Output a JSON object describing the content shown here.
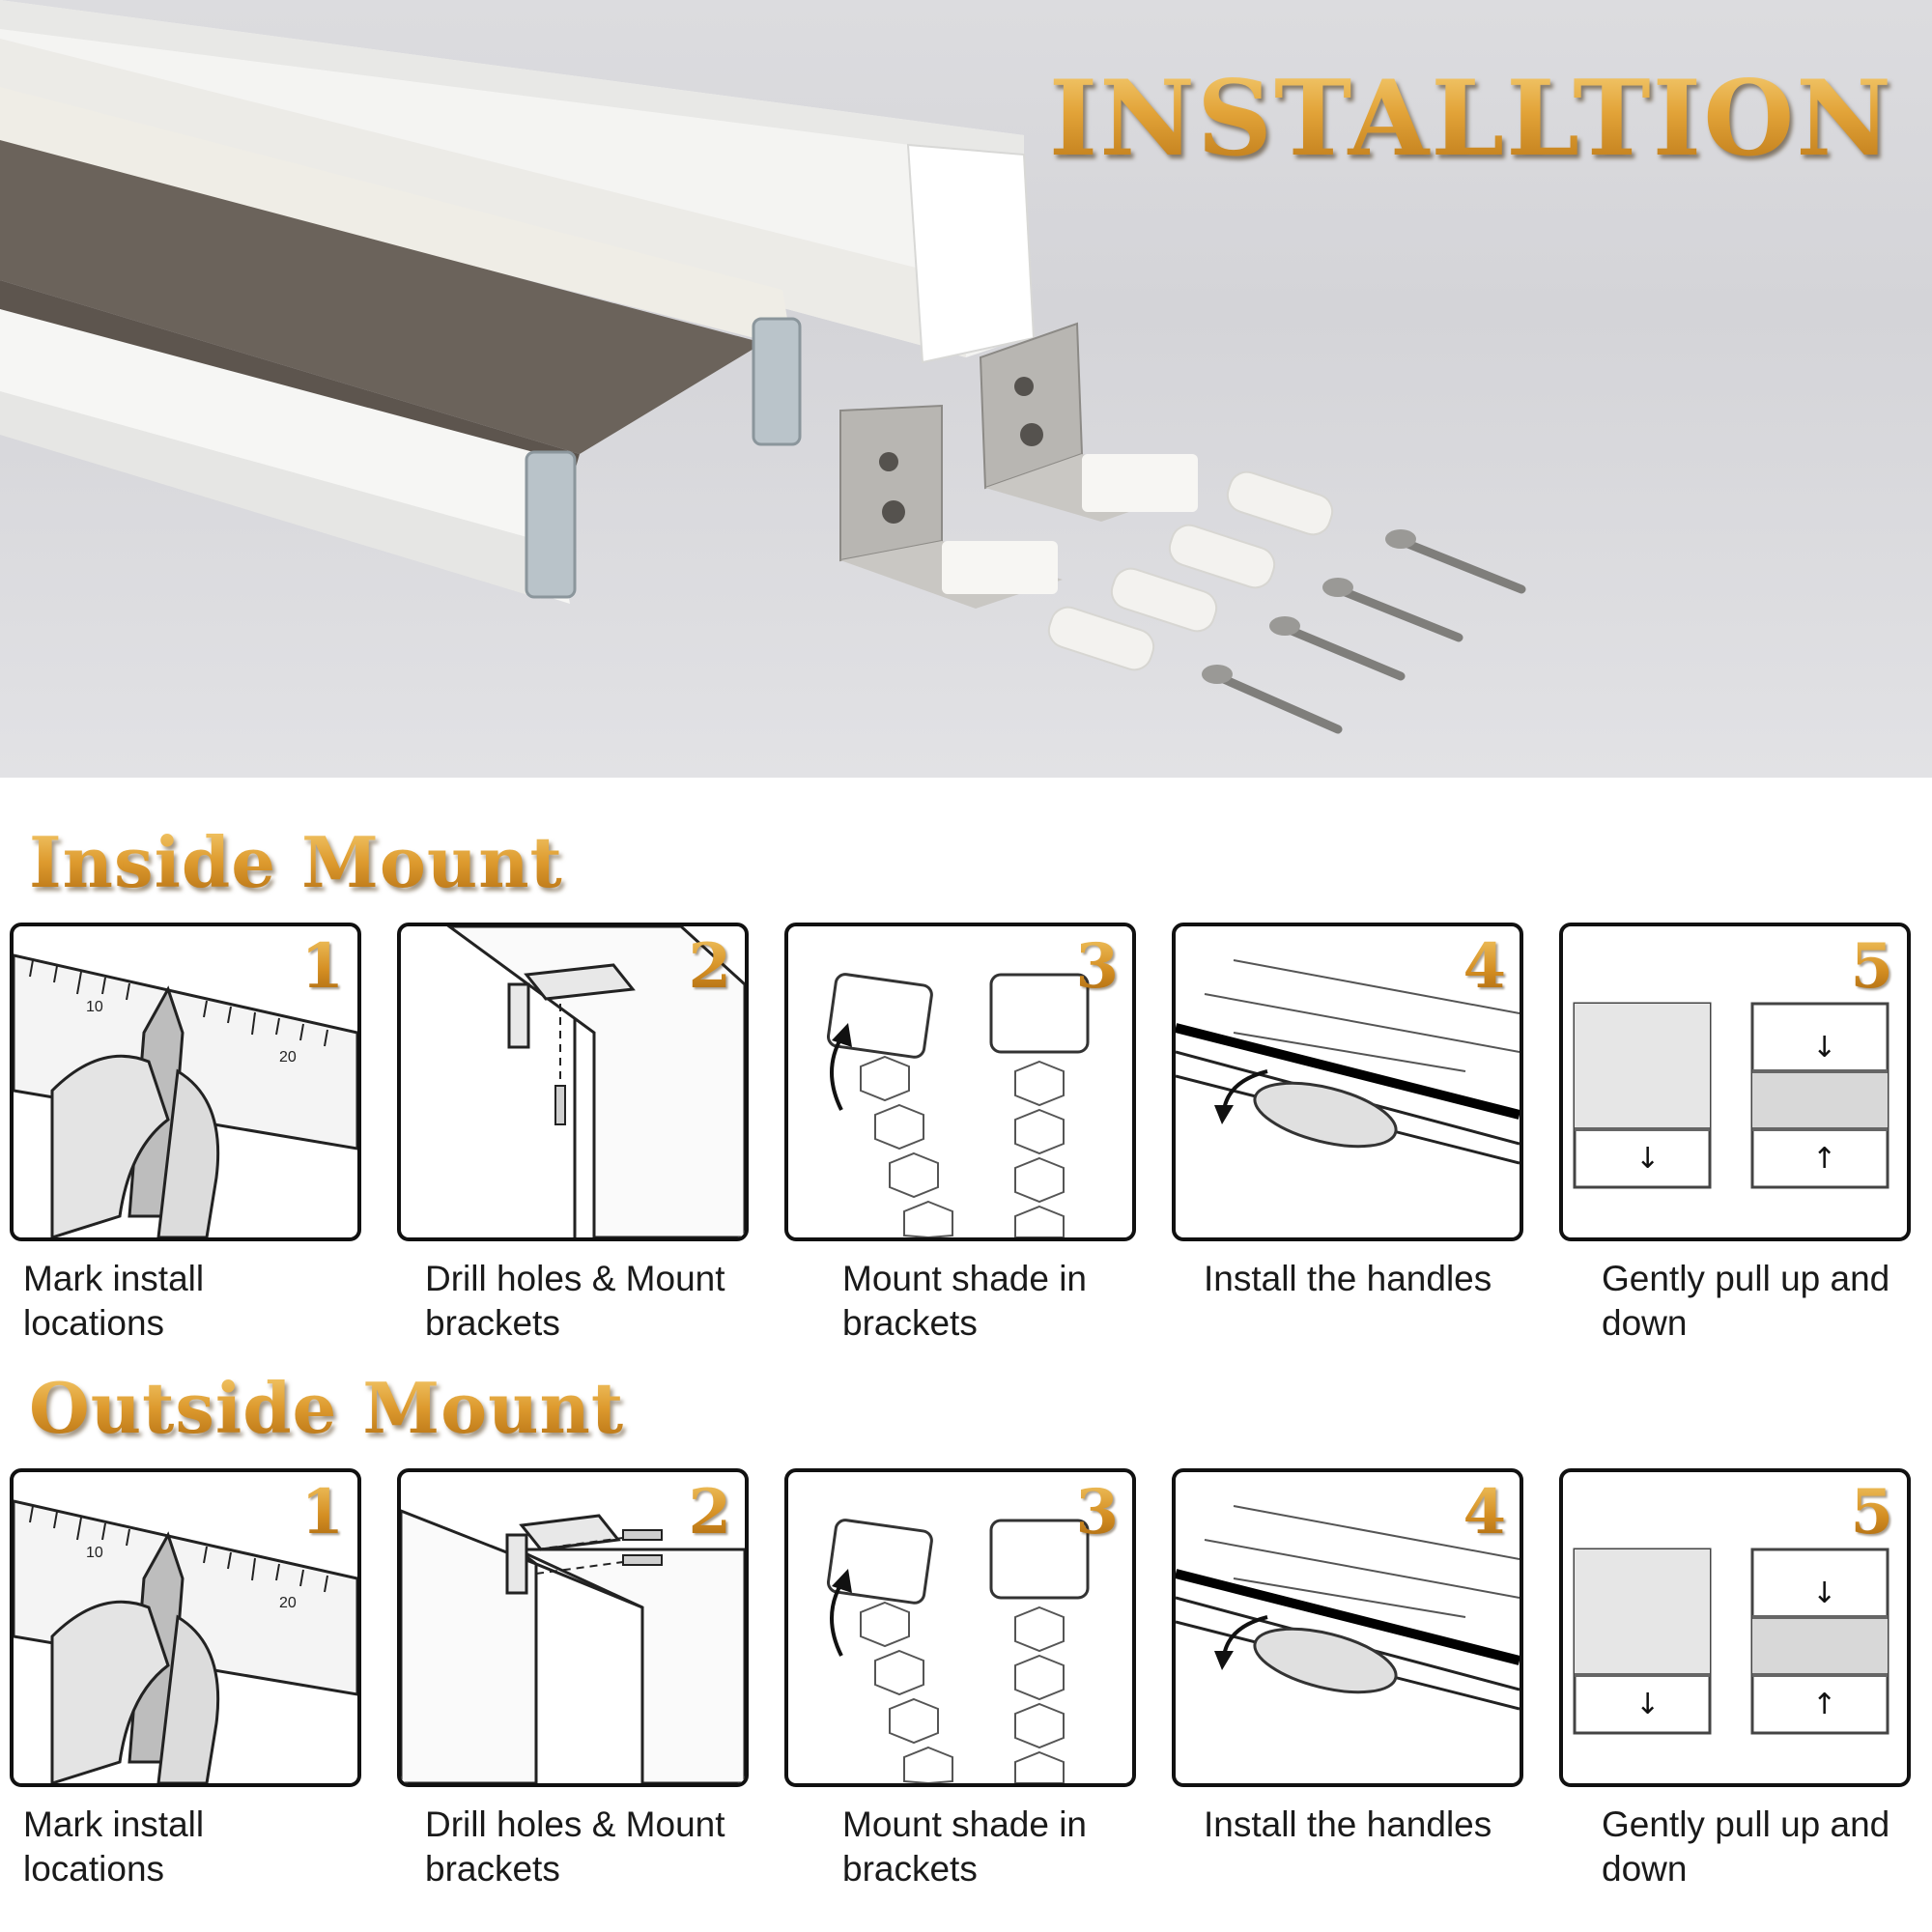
{
  "hero": {
    "title": "INSTALLTION"
  },
  "sections": [
    {
      "title": "Inside Mount",
      "steps": [
        {
          "number": "1",
          "caption": "Mark install locations"
        },
        {
          "number": "2",
          "caption": "Drill holes & Mount brackets"
        },
        {
          "number": "3",
          "caption": "Mount shade in brackets"
        },
        {
          "number": "4",
          "caption": "Install the handles"
        },
        {
          "number": "5",
          "caption": "Gently pull up and down"
        }
      ]
    },
    {
      "title": "Outside Mount",
      "steps": [
        {
          "number": "1",
          "caption": "Mark install locations"
        },
        {
          "number": "2",
          "caption": "Drill holes & Mount brackets"
        },
        {
          "number": "3",
          "caption": "Mount shade in brackets"
        },
        {
          "number": "4",
          "caption": "Install the handles"
        },
        {
          "number": "5",
          "caption": "Gently pull up and down"
        }
      ]
    }
  ],
  "ruler_labels": [
    "10",
    "20"
  ],
  "colors": {
    "gold": "#d89a2a",
    "card_border": "#111111",
    "fabric_brown": "#6b635b"
  }
}
